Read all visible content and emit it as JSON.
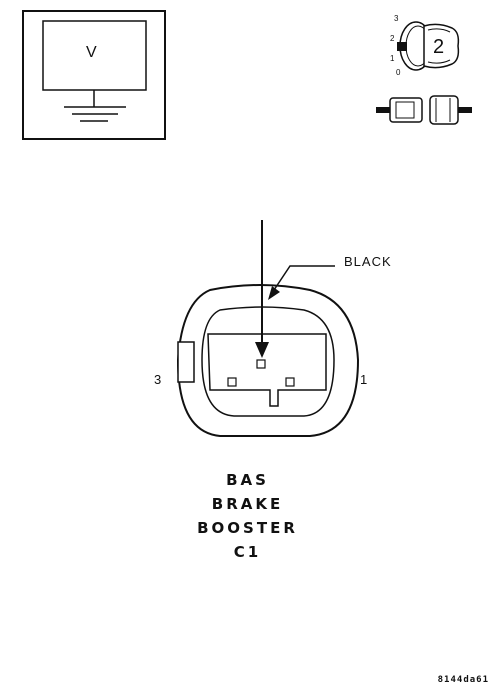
{
  "meter": {
    "symbol": "V"
  },
  "ignition_switch": {
    "positions": [
      "3",
      "2",
      "1",
      "0"
    ],
    "selected_position": "2"
  },
  "connector": {
    "wire_color": "BLACK",
    "pin_left": "3",
    "pin_right": "1",
    "title_lines": [
      "BAS",
      "BRAKE",
      "BOOSTER",
      "C1"
    ]
  },
  "footer": {
    "code": "8144da61"
  },
  "colors": {
    "line": "#111111",
    "background": "#ffffff"
  }
}
